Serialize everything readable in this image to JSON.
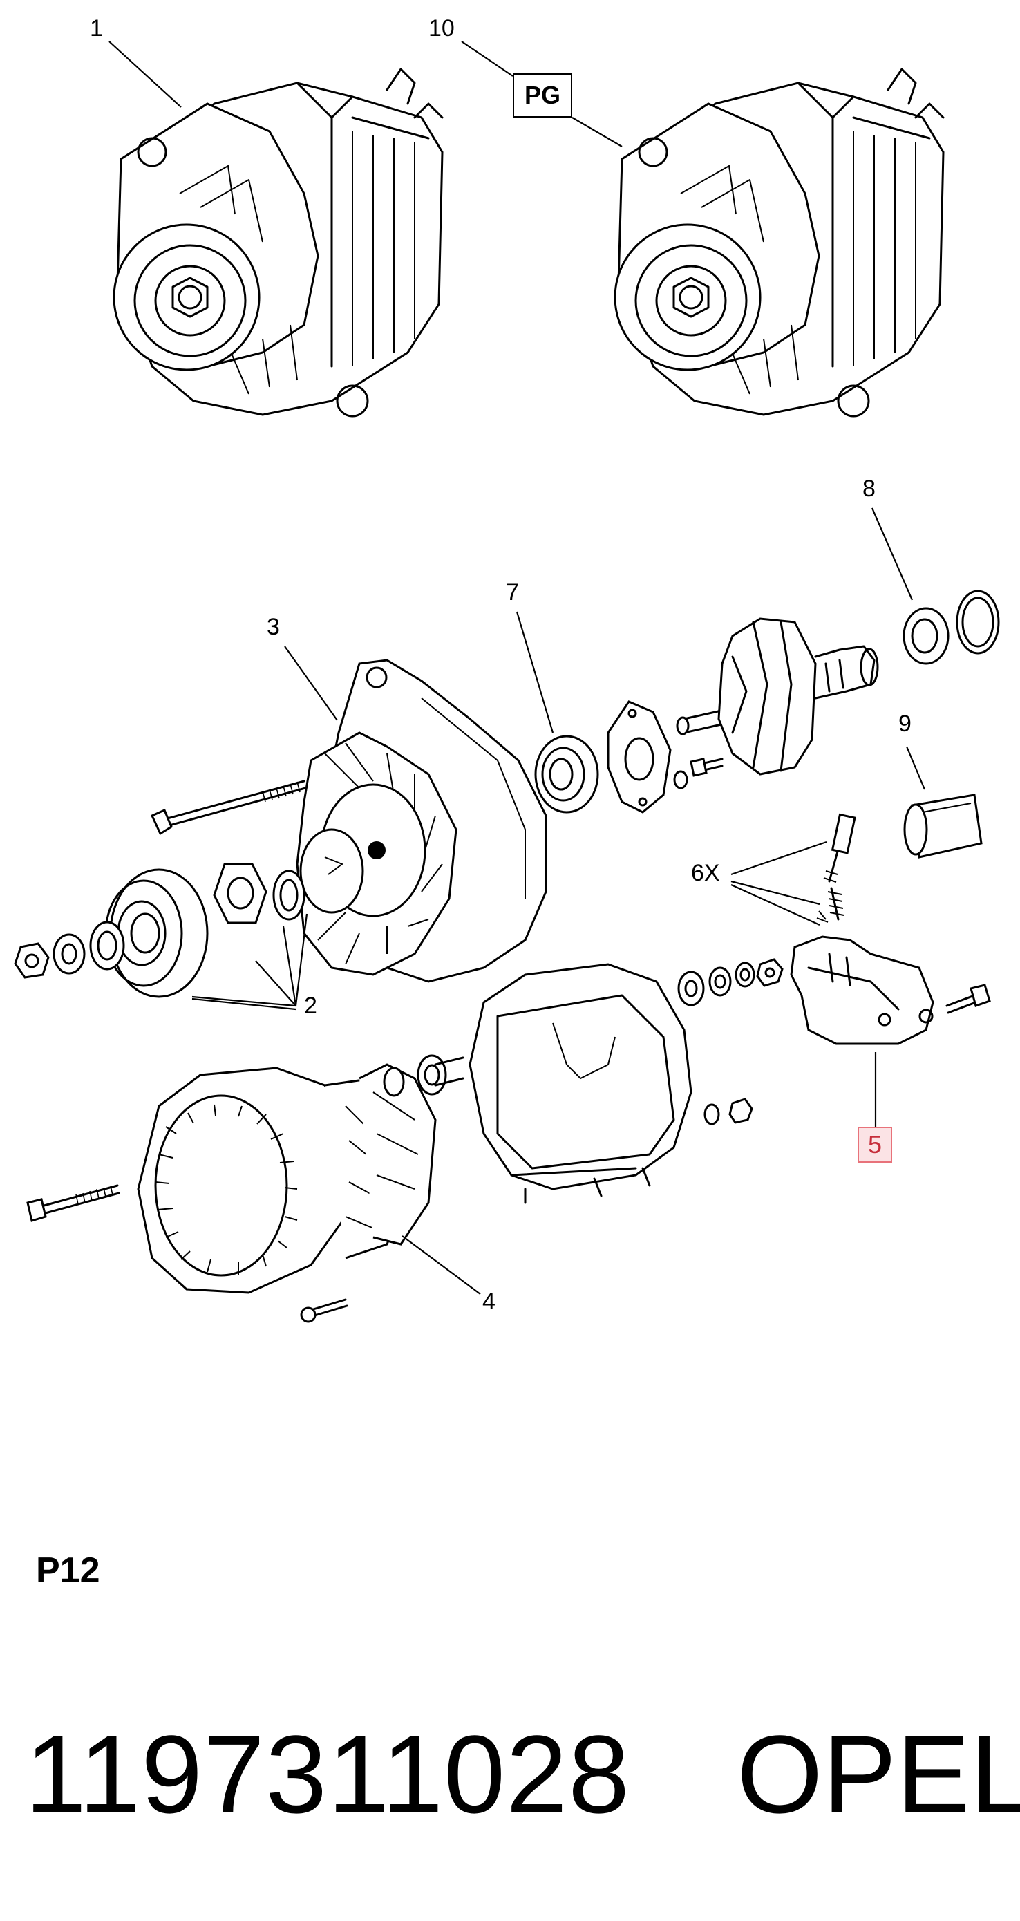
{
  "diagram": {
    "callouts": [
      {
        "id": "1",
        "label": "1"
      },
      {
        "id": "10",
        "label": "10"
      },
      {
        "id": "pg",
        "label": "PG"
      },
      {
        "id": "8",
        "label": "8"
      },
      {
        "id": "7",
        "label": "7"
      },
      {
        "id": "3",
        "label": "3"
      },
      {
        "id": "9",
        "label": "9"
      },
      {
        "id": "6x",
        "label": "6X"
      },
      {
        "id": "2",
        "label": "2"
      },
      {
        "id": "5",
        "label": "5"
      },
      {
        "id": "4",
        "label": "4"
      }
    ],
    "highlight_color": "#c62d3a"
  },
  "footer": {
    "page_code": "P12",
    "part_number": "1197311028",
    "brand": "OPEL"
  }
}
